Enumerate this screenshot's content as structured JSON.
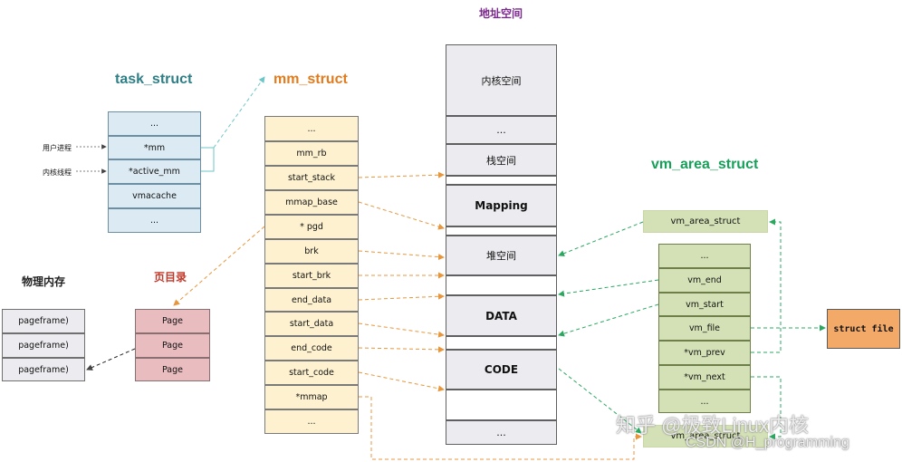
{
  "address_space": {
    "title": "地址空间",
    "segments": [
      "内核空间",
      "...",
      "栈空间",
      "Mapping",
      "堆空间",
      "",
      "DATA",
      "CODE",
      "",
      "..."
    ]
  },
  "task_struct": {
    "title": "task_struct",
    "fields": [
      "...",
      "*mm",
      "*active_mm",
      "vmacache",
      "..."
    ],
    "labels": [
      "用户进程",
      "内核线程"
    ]
  },
  "mm_struct": {
    "title": "mm_struct",
    "fields": [
      "...",
      "mm_rb",
      "start_stack",
      "mmap_base",
      "* pgd",
      "brk",
      "start_brk",
      "end_data",
      "start_data",
      "end_code",
      "start_code",
      "*mmap",
      "..."
    ]
  },
  "physical_memory": {
    "title": "物理内存",
    "frames": [
      "pageframe)",
      "pageframe)",
      "pageframe)"
    ]
  },
  "page_directory": {
    "title": "页目录",
    "pages": [
      "Page",
      "Page",
      "Page"
    ]
  },
  "vm_area_struct": {
    "title": "vm_area_struct",
    "top_label": "vm_area_struct",
    "fields": [
      "...",
      "vm_end",
      "vm_start",
      "vm_file",
      "*vm_prev",
      "*vm_next",
      "..."
    ],
    "bottom_label": "vm_area_struct"
  },
  "struct_file": {
    "label": "struct file"
  },
  "watermark": {
    "line1": "知乎 @极致Linux内核",
    "line2": "CSDN @H_programming"
  },
  "colors": {
    "teal_title": "#2e7f86",
    "orange_title": "#e07b1e",
    "red_title": "#c0392b",
    "green_title": "#17a05a",
    "purple_title": "#7a2a8a",
    "orange_arrow": "#e8963c",
    "green_arrow": "#2aa860",
    "teal_arrow": "#6cc6c8"
  }
}
